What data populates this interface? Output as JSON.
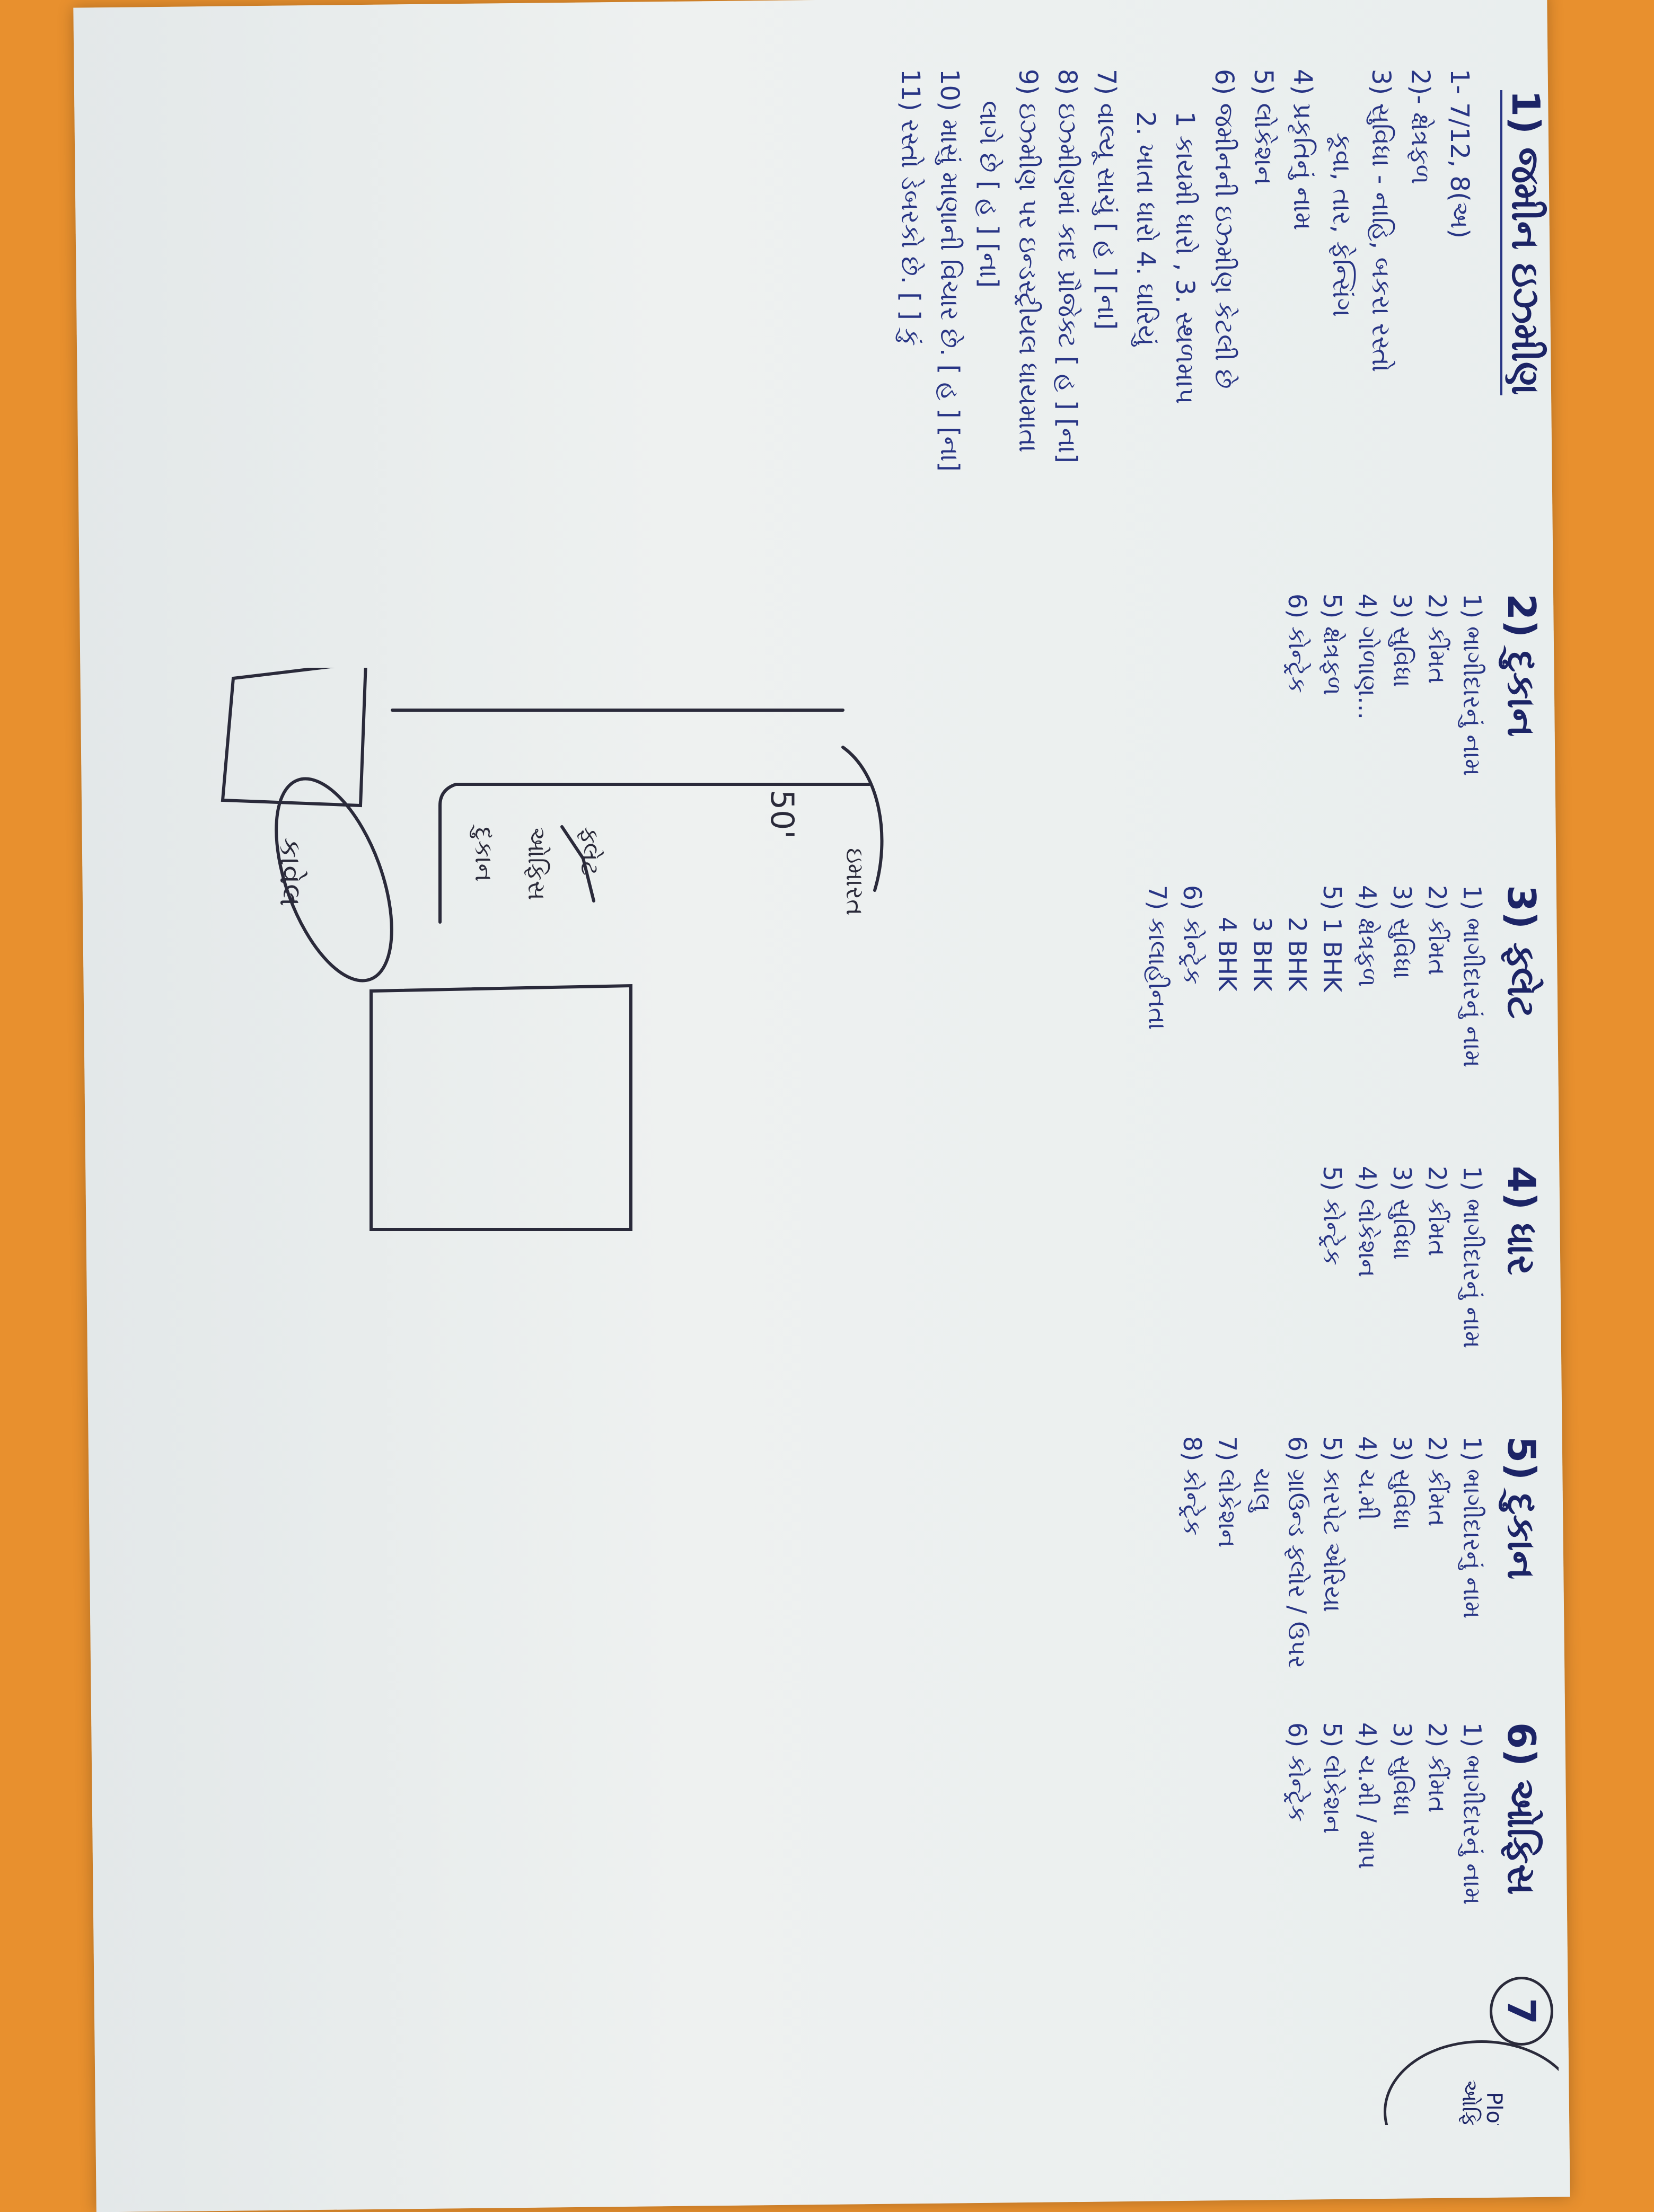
{
  "sections": {
    "s1": {
      "title": "1) જમીન ઇઝ્મીણ",
      "items": [
        "1- 7/12, 8(અ)",
        "2)- ક્ષેત્રફળ",
        "3) સુવિધા - નાહિ, બકરા રસ્તો",
        "કૂવા, તાર, ફેન્સિંગ",
        "4) પ્રકૃતિનું નામ",
        "5) લોકેશન",
        "6) જમીનની ઇઝ્મીણ કેટલી છે",
        "1 કાયમી ધારો , 3. સ્થળમાપ",
        "2. ખાતા ધારો  4. ઘારિયું",
        "7) વાલ્યૂ સાચું [ હ ] [ના]",
        "8) ઇઝ્મીણમાં કાદ પ્રૌજેક્ટ [ હ ] [ના]",
        "9) ઇઝ્મીણ પર ઇન્ડસ્ટ્રીયલ ધાયમાતા",
        "લાગે છે [ હ ] [ના]",
        "10) માસું માણાની વિચાર છે. [ હ ] [ના]",
        "11) રસ્તો ડેબરકો છે. [        ] કું"
      ]
    },
    "s2": {
      "title": "2) દુકાન",
      "items": [
        "1) ભાગીદારનું નામ",
        "2) કીંમત",
        "3) સુવિધા",
        "4) ગોળાણ...",
        "5) ક્ષેત્રફળ",
        "6) કોન્ટ્રેક"
      ]
    },
    "s3": {
      "title": "3) ફ્લેટ",
      "items": [
        "1) ભાગીદારનું નામ",
        "2) કીંમત",
        "3) સુવિધા",
        "4) ક્ષેત્રફળ",
        "5) 1 BHK",
        "2 BHK",
        "3 BHK",
        "4 BHK",
        "6) કોન્ટ્રેક",
        "7) કાલાહીનતા"
      ]
    },
    "s4": {
      "title": "4) ધાર",
      "items": [
        "1) ભાગીદારનું નામ",
        "2) કીંમત",
        "3) સુવિધા",
        "4) લોકેશન",
        "5) કોન્ટ્રેક"
      ]
    },
    "s5": {
      "title": "5) દુકાન",
      "items": [
        "1) ભાગીદારનું નામ",
        "2) કીંમત",
        "3) સુવિધા",
        "4) ચ.મી",
        "5) કારપેટ એરિયા",
        "6) ગ્રાઉન્ડ ફ્લોર / ઉપર",
        "ચાલુ",
        "7) લોકેશન",
        "8) કોન્ટ્રેક"
      ]
    },
    "s6": {
      "title": "6) ઓફિસ",
      "items": [
        "1) ભાગીદારનું નામ",
        "2) કીંમત",
        "3) સુવિધા",
        "4) ચ.મી / માપ",
        "5) લોકેશન",
        "6) કોન્ટ્રેક"
      ]
    },
    "s7": {
      "title": "7",
      "items": [
        "Plot",
        "ઓફિસ"
      ]
    }
  },
  "sketch": {
    "label_a": "કાવેલ",
    "label_b": "ફ્લેટ",
    "label_c": "ઓફિસ",
    "label_d": "દુકાન",
    "label_e": "ઇમારત",
    "number": "50'"
  }
}
